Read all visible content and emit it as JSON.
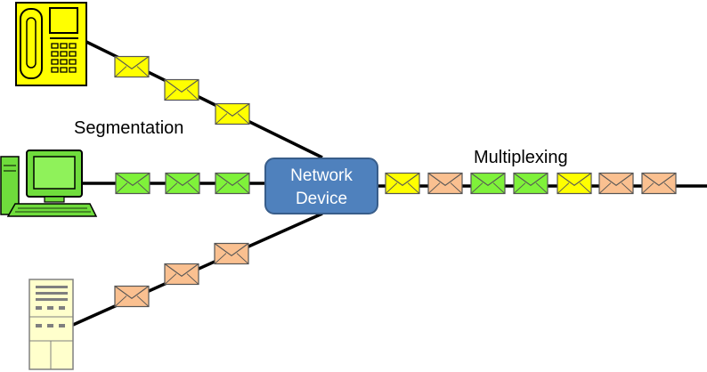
{
  "labels": {
    "segmentation": "Segmentation",
    "multiplexing": "Multiplexing",
    "device_line1": "Network",
    "device_line2": "Device"
  },
  "devices": [
    {
      "icon": "telephone-icon"
    },
    {
      "icon": "computer-icon"
    },
    {
      "icon": "server-icon"
    }
  ],
  "colors": {
    "voice": "#ffff00",
    "data": "#7ff23a",
    "server": "#fac090",
    "device_fill": "#4f81bd",
    "device_border": "#385d8a",
    "link": "#000000"
  },
  "streams": {
    "voice": [
      "voice",
      "voice",
      "voice"
    ],
    "data": [
      "data",
      "data",
      "data"
    ],
    "server": [
      "server",
      "server",
      "server"
    ],
    "multiplexed": [
      "voice",
      "server",
      "data",
      "data",
      "voice",
      "server",
      "server"
    ]
  }
}
